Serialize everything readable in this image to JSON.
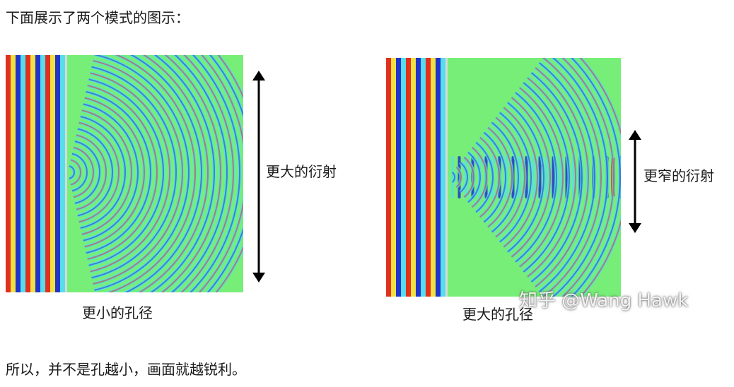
{
  "intro_text": "下面展示了两个模式的图示：",
  "figures": {
    "left": {
      "caption": "更小的孔径",
      "side_label": "更大的衍射"
    },
    "right": {
      "caption": "更大的孔径",
      "side_label": "更窄的衍射"
    }
  },
  "watermark": "知乎 @Wang Hawk",
  "conclusion_text": "所以，并不是孔越小，画面就越锐利。",
  "colors": {
    "background_field": "#77ee77",
    "wave_red": "#e03020",
    "wave_blue": "#2233cc",
    "wave_cyan": "#55ddee",
    "wave_yellow": "#f0e040",
    "arrow": "#000000"
  }
}
